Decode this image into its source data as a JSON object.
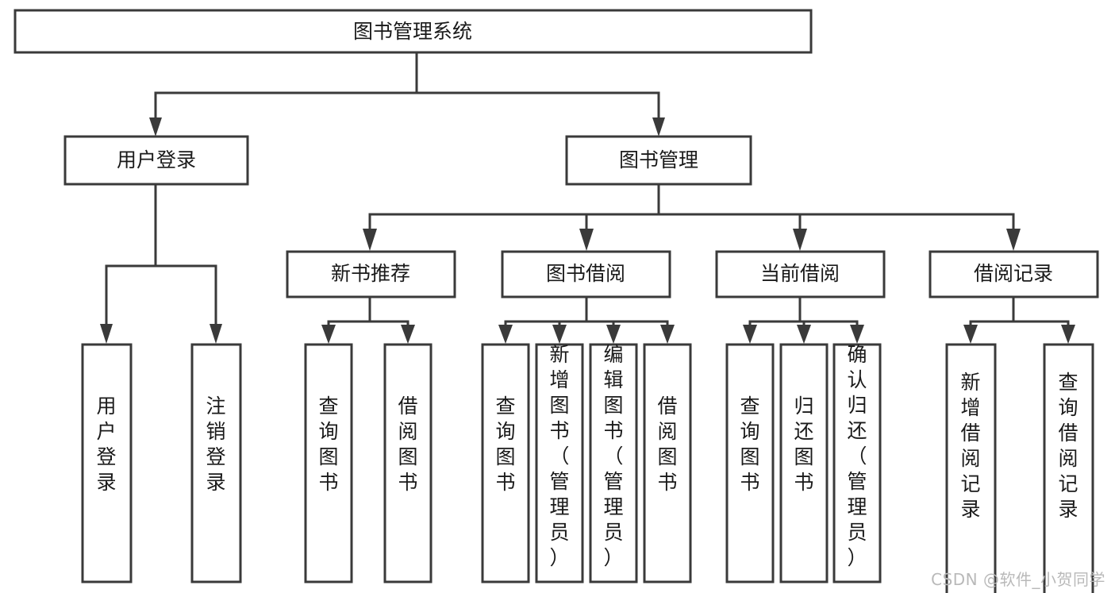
{
  "diagram": {
    "type": "tree",
    "title": "图书管理系统",
    "root": {
      "id": "root",
      "label": "图书管理系统",
      "orientation": "horizontal"
    },
    "level1": [
      {
        "id": "user-login",
        "label": "用户登录",
        "orientation": "horizontal"
      },
      {
        "id": "book-manage",
        "label": "图书管理",
        "orientation": "horizontal"
      }
    ],
    "level2": [
      {
        "id": "new-book-recommend",
        "label": "新书推荐",
        "parent": "book-manage",
        "orientation": "horizontal"
      },
      {
        "id": "book-borrow",
        "label": "图书借阅",
        "parent": "book-manage",
        "orientation": "horizontal"
      },
      {
        "id": "current-borrow",
        "label": "当前借阅",
        "parent": "book-manage",
        "orientation": "horizontal"
      },
      {
        "id": "borrow-record",
        "label": "借阅记录",
        "parent": "book-manage",
        "orientation": "horizontal"
      }
    ],
    "leaves": [
      {
        "id": "leaf-user-login",
        "label": "用户登录",
        "parent": "user-login",
        "orientation": "vertical"
      },
      {
        "id": "leaf-user-logout",
        "label": "注销登录",
        "parent": "user-login",
        "orientation": "vertical"
      },
      {
        "id": "leaf-query-book-1",
        "label": "查询图书",
        "parent": "new-book-recommend",
        "orientation": "vertical"
      },
      {
        "id": "leaf-borrow-book-1",
        "label": "借阅图书",
        "parent": "new-book-recommend",
        "orientation": "vertical"
      },
      {
        "id": "leaf-query-book-2",
        "label": "查询图书",
        "parent": "book-borrow",
        "orientation": "vertical"
      },
      {
        "id": "leaf-add-book",
        "label": "新增图书（管理员）",
        "parent": "book-borrow",
        "orientation": "vertical"
      },
      {
        "id": "leaf-edit-book",
        "label": "编辑图书（管理员）",
        "parent": "book-borrow",
        "orientation": "vertical"
      },
      {
        "id": "leaf-borrow-book-2",
        "label": "借阅图书",
        "parent": "book-borrow",
        "orientation": "vertical"
      },
      {
        "id": "leaf-query-book-3",
        "label": "查询图书",
        "parent": "current-borrow",
        "orientation": "vertical"
      },
      {
        "id": "leaf-return-book",
        "label": "归还图书",
        "parent": "current-borrow",
        "orientation": "vertical"
      },
      {
        "id": "leaf-confirm-return",
        "label": "确认归还（管理员）",
        "parent": "current-borrow",
        "orientation": "vertical"
      },
      {
        "id": "leaf-add-record",
        "label": "新增借阅记录",
        "parent": "borrow-record",
        "orientation": "vertical"
      },
      {
        "id": "leaf-query-record",
        "label": "查询借阅记录",
        "parent": "borrow-record",
        "orientation": "vertical"
      }
    ],
    "colors": {
      "box_stroke": "#3a3a3a",
      "box_fill": "#ffffff",
      "connector": "#3a3a3a",
      "text": "#1a1a1a",
      "watermark": "#b9b9b9",
      "background": "#ffffff"
    }
  },
  "watermark": {
    "text": "CSDN @软件_小贺同学"
  }
}
